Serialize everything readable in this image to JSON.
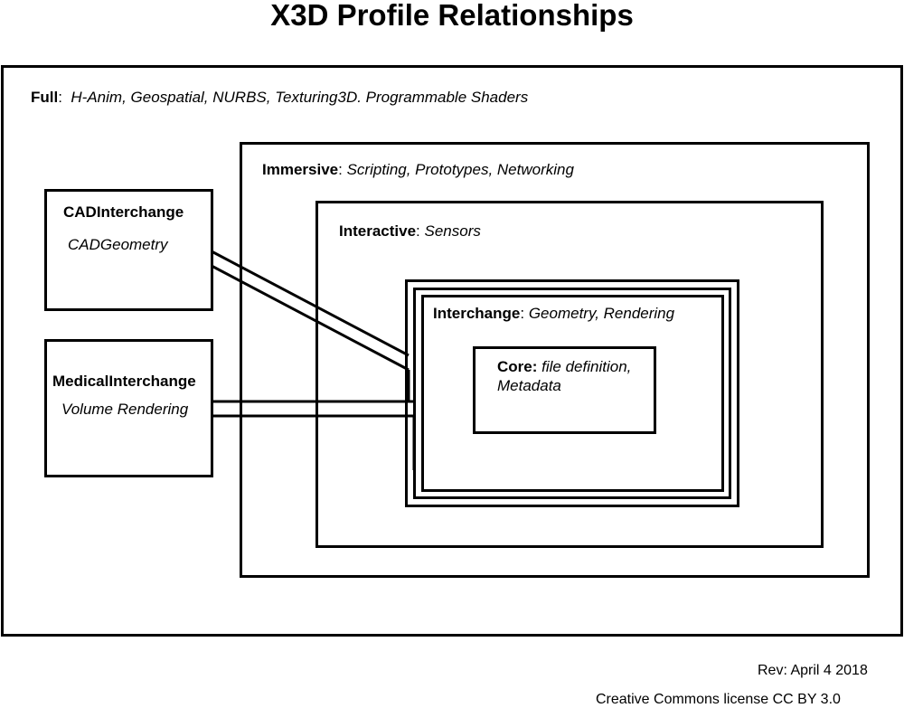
{
  "title": "X3D Profile Relationships",
  "profiles": {
    "full": {
      "name": "Full",
      "sep": ":",
      "components": "H-Anim, Geospatial, NURBS, Texturing3D. Programmable Shaders"
    },
    "immersive": {
      "name": "Immersive",
      "sep": ":",
      "components": "Scripting, Prototypes, Networking"
    },
    "interactive": {
      "name": "Interactive",
      "sep": ":",
      "components": "Sensors"
    },
    "interchange": {
      "name": "Interchange",
      "sep": ":",
      "components": "Geometry, Rendering"
    },
    "core": {
      "name": "Core:",
      "components_line1": "file definition,",
      "components_line2": "Metadata"
    },
    "cad": {
      "name": "CADInterchange",
      "components": "CADGeometry"
    },
    "medical": {
      "name": "MedicalInterchange",
      "components": "Volume Rendering"
    }
  },
  "footer": {
    "revision": "Rev: April 4 2018",
    "license": "Creative Commons license  CC BY 3.0"
  }
}
